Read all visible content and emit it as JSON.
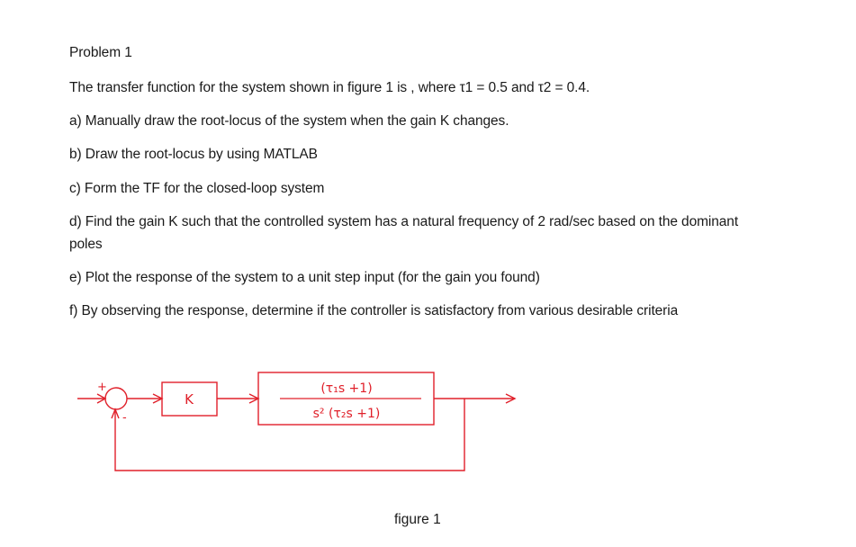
{
  "problem": {
    "title": "Problem 1",
    "intro": "The transfer function for the system shown in figure 1 is , where τ1 = 0.5 and τ2 = 0.4.",
    "parts": [
      {
        "label": "a) Manually draw the root-locus of the system when the gain K changes."
      },
      {
        "label": "b) Draw the root-locus by using  MATLAB"
      },
      {
        "label": "c) Form the TF for the closed-loop system"
      },
      {
        "label": "d) Find the gain K such that the controlled system has a natural frequency of 2 rad/sec based on the dominant poles"
      },
      {
        "label": "e) Plot the response of the system to a unit step input (for the gain you found)"
      },
      {
        "label": "f) By observing the response, determine if the controller is satisfactory from various desirable criteria"
      }
    ]
  },
  "diagram": {
    "color": "#e0202a",
    "summing_plus": "+",
    "summing_minus": "-",
    "controller_label": "K",
    "plant": {
      "numerator": "(τ₁s +1)",
      "denominator": "s² (τ₂s +1)"
    },
    "caption": "figure 1"
  }
}
